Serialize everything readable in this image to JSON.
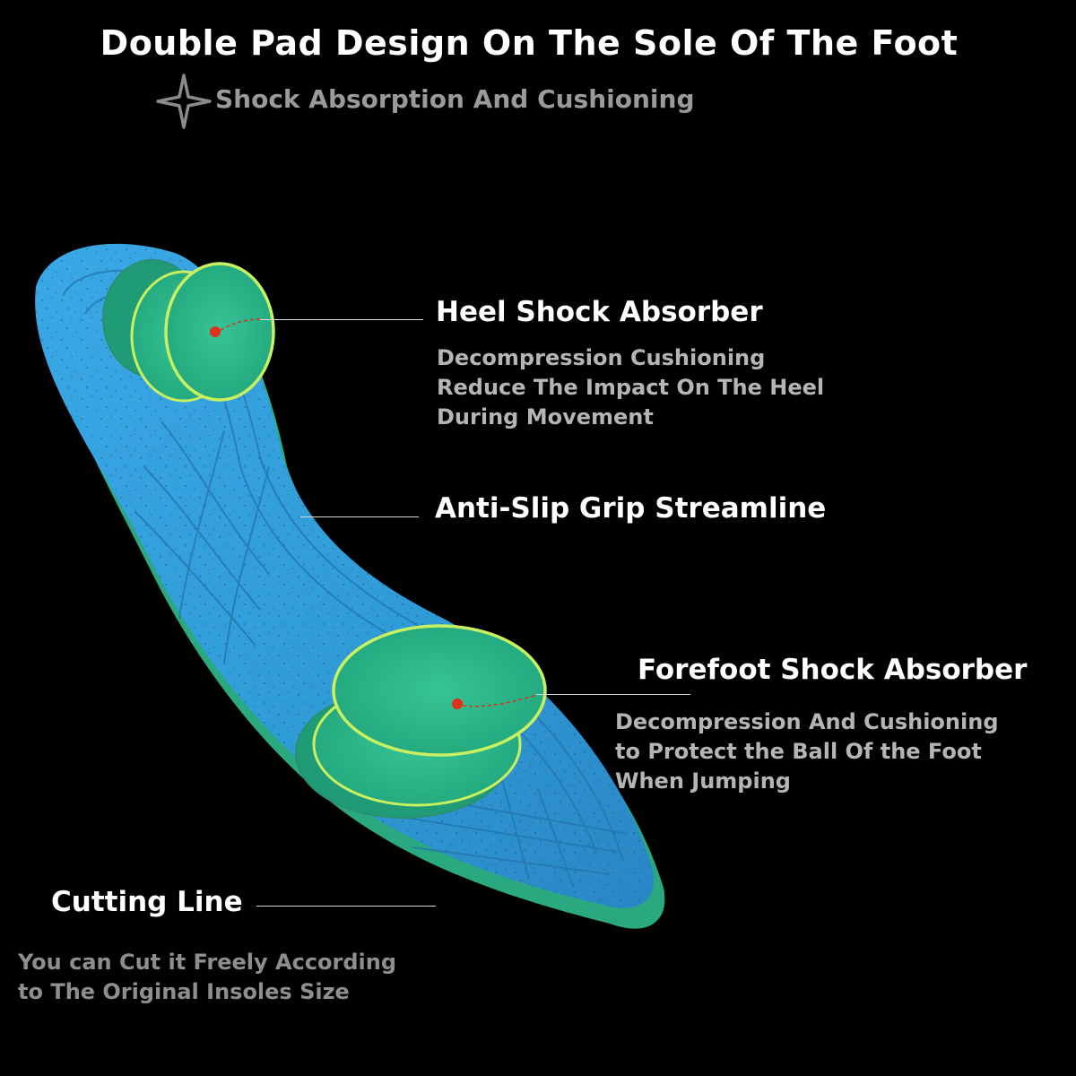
{
  "header": {
    "title": "Double Pad Design On The Sole Of The Foot",
    "subtitle": "Shock Absorption And  Cushioning",
    "subtitle_icon": "four-point-star-icon"
  },
  "callouts": {
    "heel": {
      "heading": "Heel Shock Absorber",
      "lines": [
        "Decompression  Cushioning",
        "Reduce The Impact On The Heel",
        "During Movement"
      ]
    },
    "grip": {
      "heading": "Anti-Slip Grip Streamline"
    },
    "forefoot": {
      "heading": "Forefoot Shock Absorber",
      "lines": [
        "Decompression And Cushioning",
        "to Protect the Ball Of the Foot",
        "When Jumping"
      ]
    },
    "cutting": {
      "heading": "Cutting Line",
      "lines": [
        "You can Cut it Freely According",
        "to The Original Insoles Size"
      ]
    }
  },
  "colors": {
    "background": "#000000",
    "insole_blue": "#2f9bd6",
    "pad_green": "#2bb58a",
    "pad_outline": "#c8f060",
    "marker_red": "#e0301e",
    "desc_gray": "#b5b5b5",
    "subtitle_gray": "#9a9a9a"
  }
}
